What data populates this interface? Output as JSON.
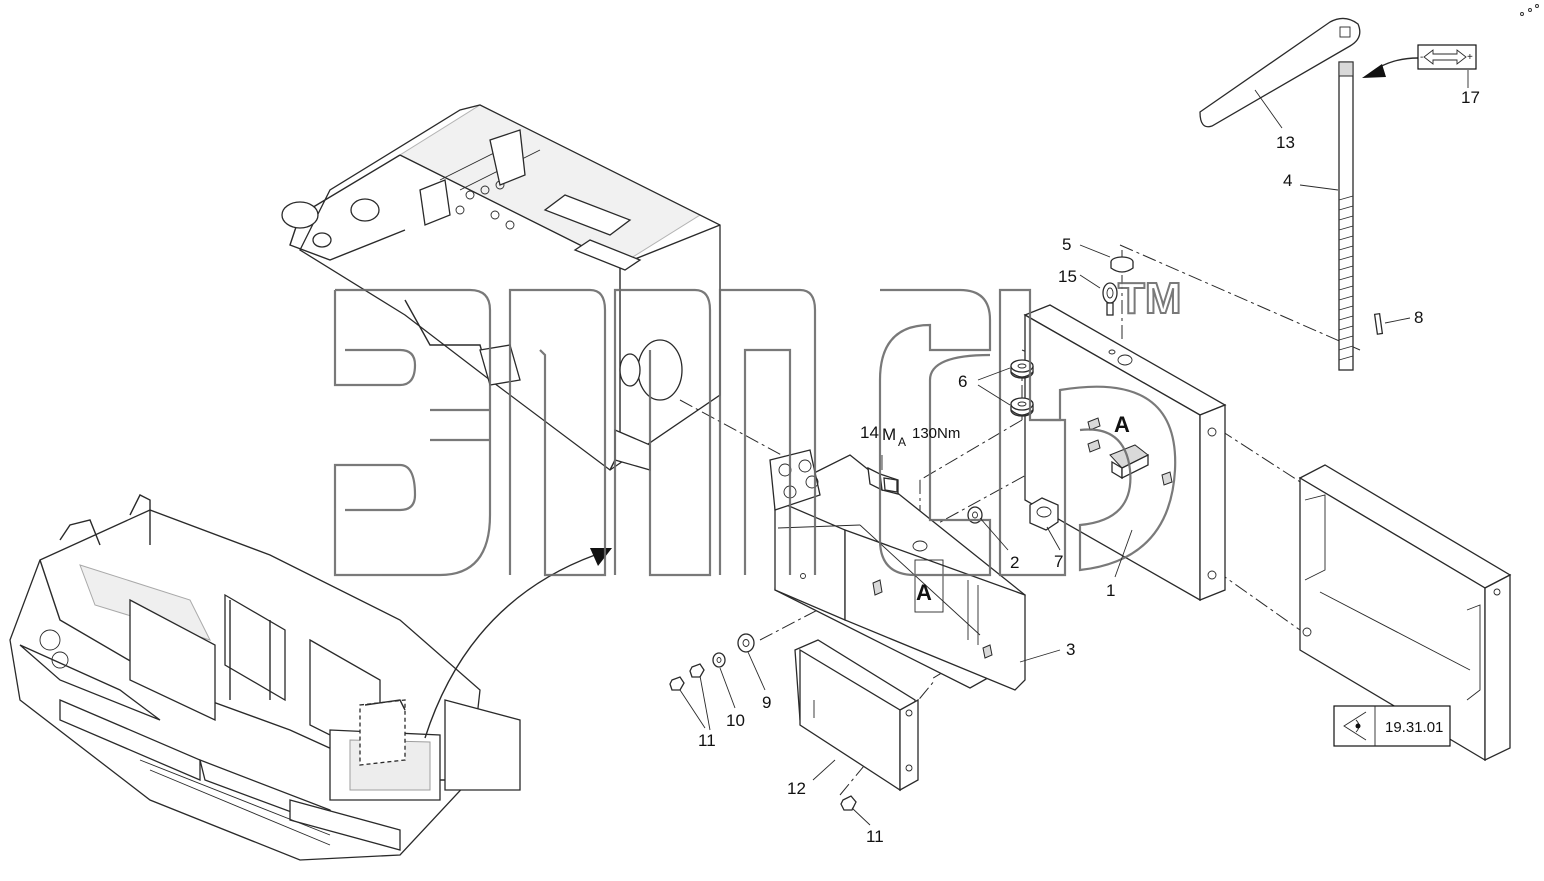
{
  "labels": {
    "p1": "1",
    "p2": "2",
    "p3": "3",
    "p4": "4",
    "p5": "5",
    "p6": "6",
    "p7": "7",
    "p8": "8",
    "p9": "9",
    "p10": "10",
    "p11a": "11",
    "p11b": "11",
    "p12": "12",
    "p13": "13",
    "p14": "14",
    "p15": "15",
    "p17": "17",
    "torque_ma": "M",
    "torque_sub": "A",
    "torque_value": "130Nm",
    "view_a1": "A",
    "view_a2": "A"
  },
  "watermark": {
    "mark": "TM"
  },
  "reference": {
    "code": "19.31.01",
    "icon": "eye-view-icon"
  },
  "adjust_symbol": {
    "minus": "-",
    "plus": "+",
    "icon": "double-arrow-icon"
  },
  "colors": {
    "line": "#2a2a2a",
    "watermark": "#6b6b6b",
    "background": "#ffffff"
  }
}
